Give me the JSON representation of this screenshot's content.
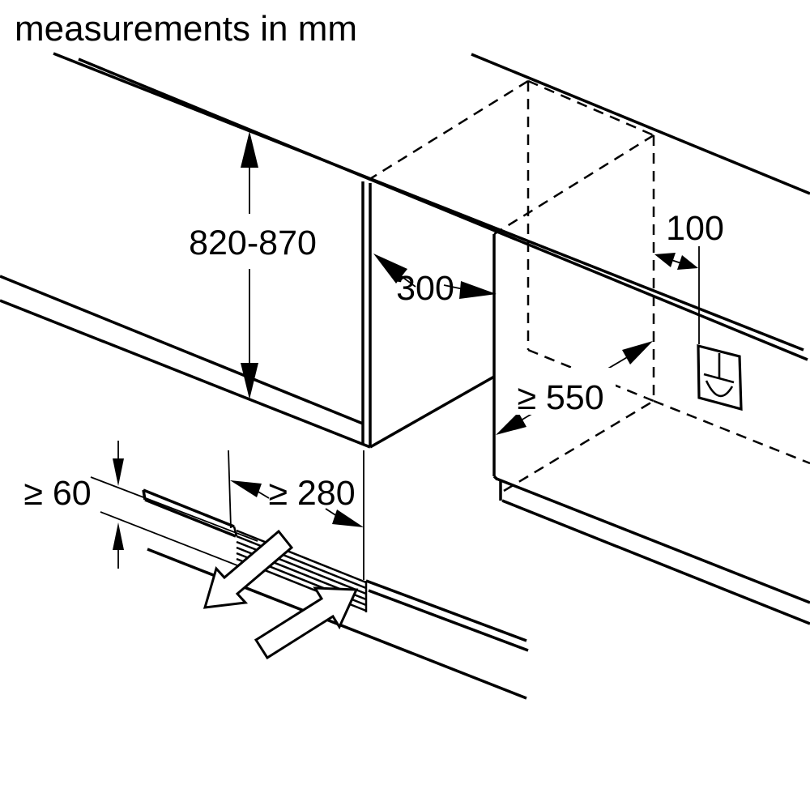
{
  "title": "measurements in mm",
  "colors": {
    "line": "#000000",
    "background": "#ffffff"
  },
  "labels": {
    "niche_height": "820-870",
    "niche_width": "300",
    "socket_distance": "100",
    "niche_depth": "≥ 550",
    "plinth_height": "≥ 60",
    "vent_width": "≥ 280"
  },
  "icons": {
    "socket": "power-socket-icon",
    "air_out": "airflow-out-arrow",
    "air_in": "airflow-in-arrow"
  }
}
